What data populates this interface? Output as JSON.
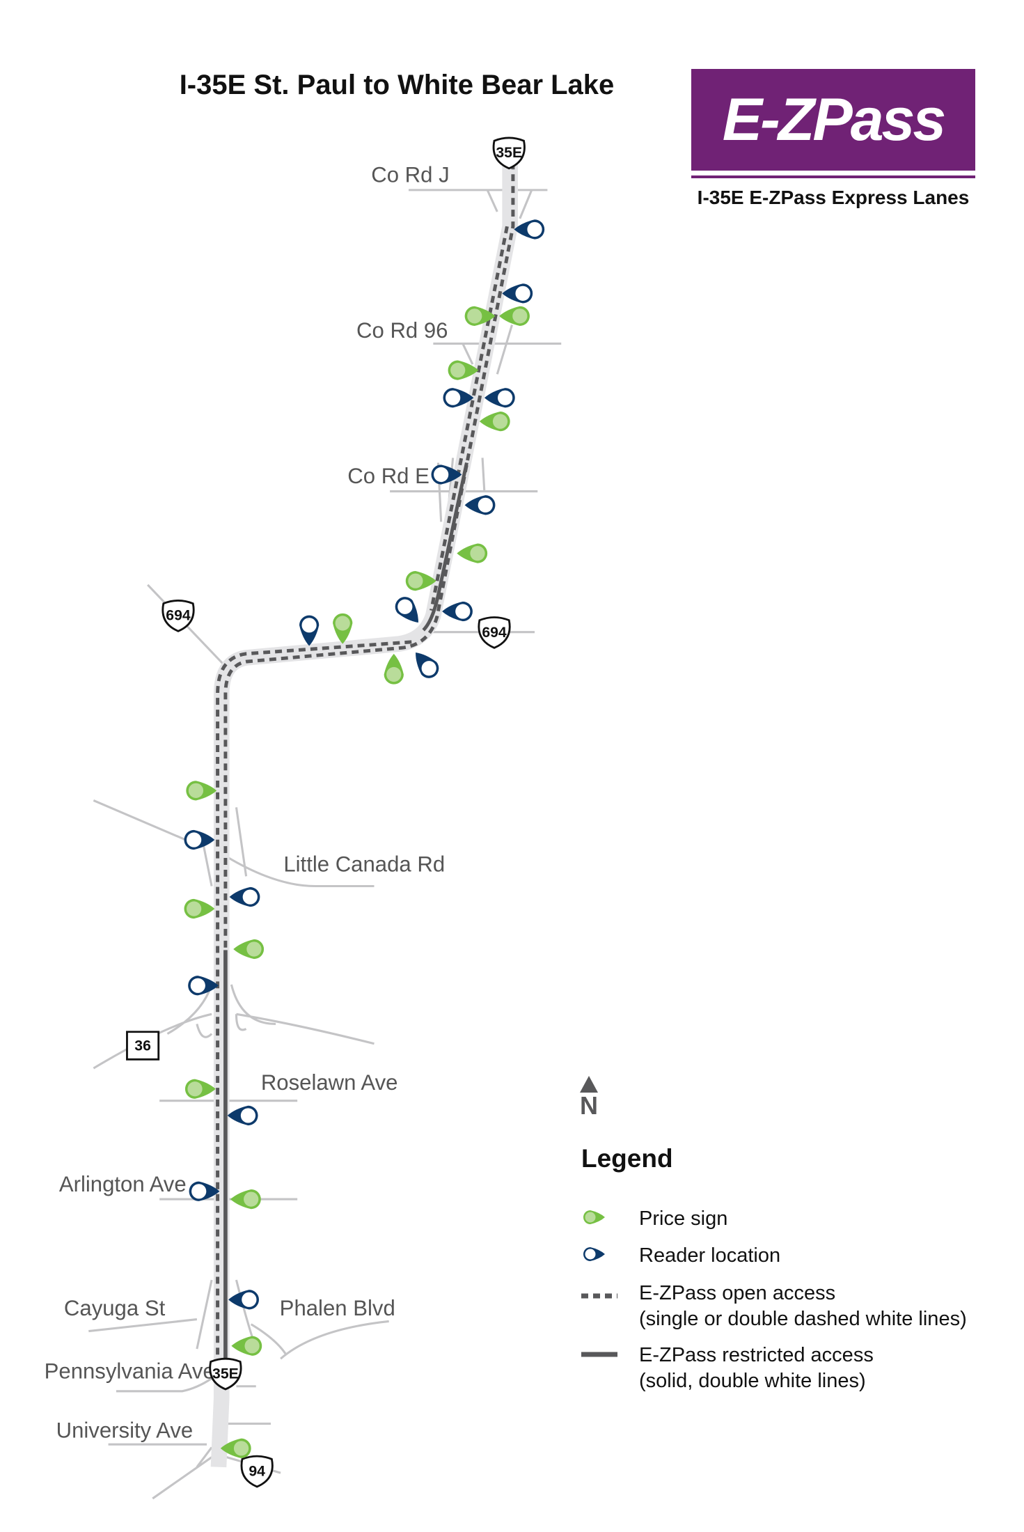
{
  "title": "I-35E St. Paul to White Bear Lake",
  "logo": {
    "text": "E-ZPass",
    "color": "#702275"
  },
  "subtitle": "I-35E E-ZPass Express Lanes",
  "north": "N",
  "legend": {
    "title": "Legend",
    "items": [
      {
        "label": "Price sign",
        "color": "#76c043"
      },
      {
        "label": "Reader location",
        "color": "#0d3a6b"
      },
      {
        "label": "E-ZPass open access",
        "note": "(single or double dashed white lines)"
      },
      {
        "label": "E-ZPass restricted access",
        "note": "(solid, double white lines)"
      }
    ]
  },
  "streets": {
    "co_rd_j": "Co Rd J",
    "co_rd_96": "Co Rd 96",
    "co_rd_e": "Co Rd E",
    "little_canada": "Little Canada Rd",
    "roselawn": "Roselawn Ave",
    "arlington": "Arlington Ave",
    "cayuga": "Cayuga St",
    "phalen": "Phalen Blvd",
    "pennsylvania": "Pennsylvania Ave",
    "university": "University Ave"
  },
  "shields": {
    "i35e_north": "35E",
    "i694_west": "694",
    "i694_east": "694",
    "mn36": "36",
    "i35e_south": "35E",
    "i94": "94"
  }
}
